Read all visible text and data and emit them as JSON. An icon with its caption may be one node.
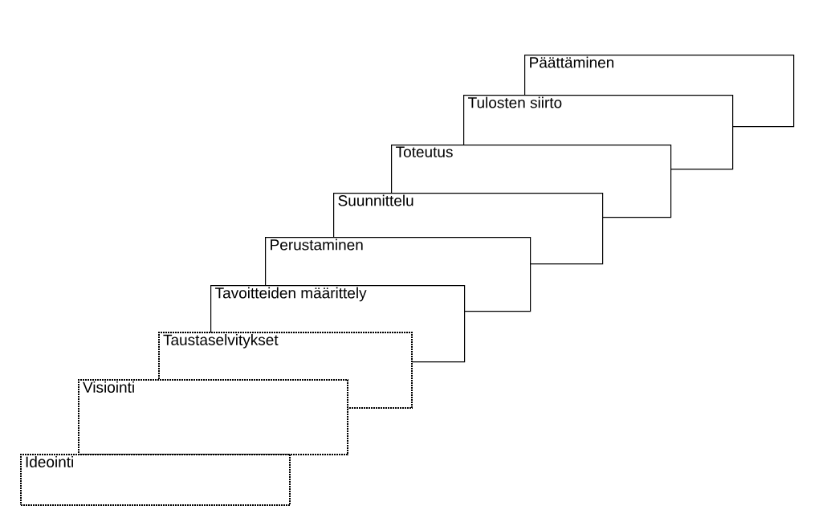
{
  "diagram": {
    "nodes": [
      {
        "text": [
          "Päättäminen"
        ]
      },
      {
        "text": [
          "Tulosten siirto"
        ]
      },
      {
        "text": [
          "Toteutus"
        ]
      },
      {
        "text": [
          "Suunnittelu"
        ]
      },
      {
        "text": [
          "Perustaminen"
        ]
      },
      {
        "text": [
          "Tavoitteiden määrittely"
        ]
      },
      {
        "text": [
          "Taustaselvitykset"
        ]
      },
      {
        "text": [
          "Visiointi"
        ]
      },
      {
        "text": [
          "Ideointi"
        ]
      }
    ]
  }
}
